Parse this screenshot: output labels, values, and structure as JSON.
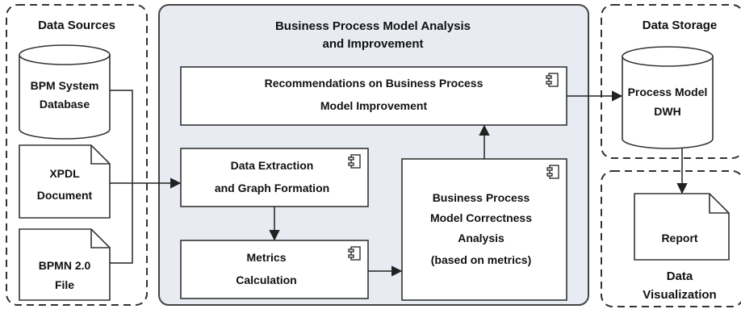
{
  "sections": {
    "data_sources_title": "Data Sources",
    "analysis_title_line1": "Business Process Model Analysis",
    "analysis_title_line2": "and Improvement",
    "data_storage_title": "Data Storage",
    "data_visualization_line1": "Data",
    "data_visualization_line2": "Visualization"
  },
  "sources": {
    "bpm_db_line1": "BPM System",
    "bpm_db_line2": "Database",
    "xpdl_line1": "XPDL",
    "xpdl_line2": "Document",
    "bpmn_line1": "BPMN 2.0",
    "bpmn_line2": "File"
  },
  "components": {
    "recommendations_line1": "Recommendations on Business Process",
    "recommendations_line2": "Model Improvement",
    "extraction_line1": "Data Extraction",
    "extraction_line2": "and Graph Formation",
    "metrics_line1": "Metrics",
    "metrics_line2": "Calculation",
    "correctness_line1": "Business Process",
    "correctness_line2": "Model Correctness",
    "correctness_line3": "Analysis",
    "correctness_line4": "(based on metrics)"
  },
  "storage": {
    "dwh_line1": "Process Model",
    "dwh_line2": "DWH"
  },
  "visualization": {
    "report_label": "Report"
  },
  "colors": {
    "analysis_panel_fill": "#e8ecf2",
    "stroke": "#333333",
    "box_fill": "#ffffff",
    "text": "#111111"
  },
  "icons": {
    "component_icon": "uml-component-icon"
  }
}
